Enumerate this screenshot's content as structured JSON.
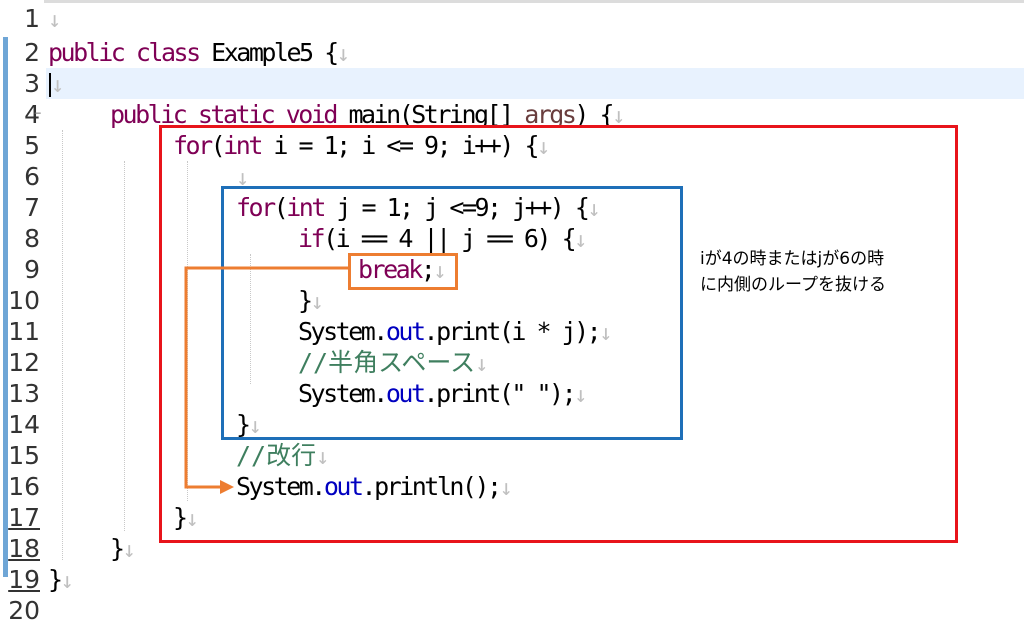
{
  "line_numbers": [
    "1",
    "2",
    "3",
    "4",
    "5",
    "6",
    "7",
    "8",
    "9",
    "10",
    "11",
    "12",
    "13",
    "14",
    "15",
    "16",
    "17",
    "18",
    "19",
    "20"
  ],
  "code": {
    "l2_kw": "public class ",
    "l2_rest": "Example5 {",
    "l4_kw": "public static void ",
    "l4_a": "main(String[] ",
    "l4_arg": "args",
    "l4_b": ") {",
    "l5_kw": "for",
    "l5_a": "(",
    "l5_kw2": "int",
    "l5_b": " i = 1; i <= 9; i++) {",
    "l7_kw": "for",
    "l7_a": "(",
    "l7_kw2": "int",
    "l7_b": " j = 1; j <=9; j++) {",
    "l8_kw": "if",
    "l8_b": "(i == 4 || j == 6) {",
    "l9_kw": "break",
    "l9_b": ";",
    "l10": "}",
    "l11_a": "System.",
    "l11_fld": "out",
    "l11_b": ".print(i * j);",
    "l12_cmt": "//半角スペース",
    "l13_a": "System.",
    "l13_fld": "out",
    "l13_b": ".print(\" \");",
    "l14": "}",
    "l15_cmt": "//改行",
    "l16_a": "System.",
    "l16_fld": "out",
    "l16_b": ".println();",
    "l17": "}",
    "l18": "}",
    "l19": "}",
    "newline_marker": "↓"
  },
  "annotation": {
    "line1": "iが4の時またはjが6の時",
    "line2": "に内側のループを抜ける"
  },
  "colors": {
    "keyword": "#7f0055",
    "field": "#0000c0",
    "comment": "#3f7f5f",
    "red_box": "#e8141b",
    "blue_box": "#1e6fb8",
    "orange_box": "#ed7d31"
  }
}
